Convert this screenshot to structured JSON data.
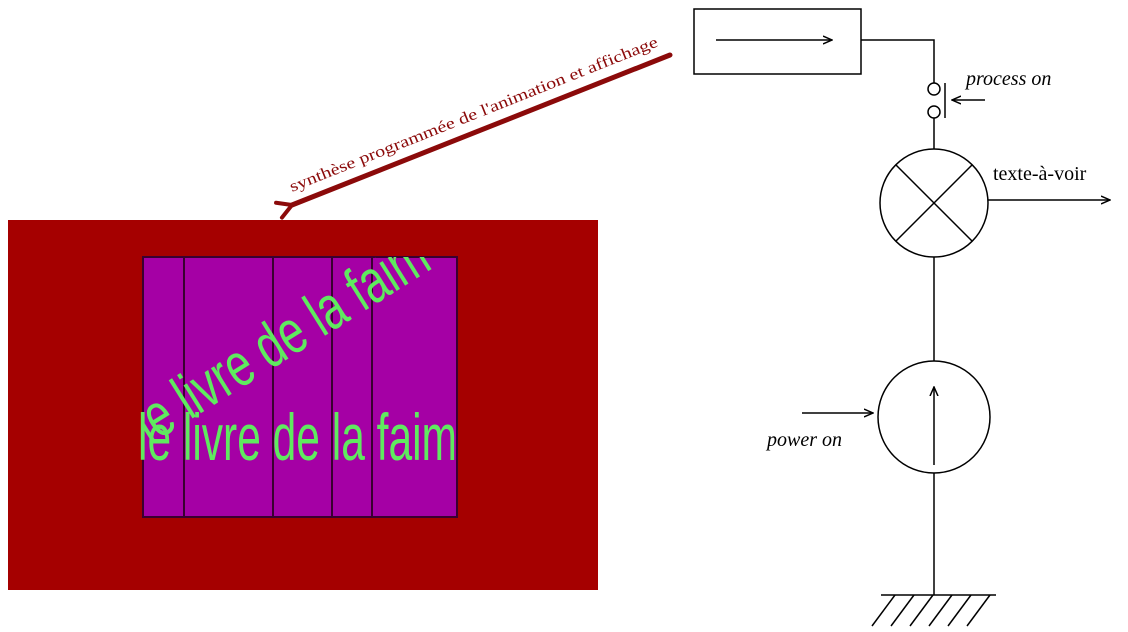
{
  "colors": {
    "panel_bg": "#A50000",
    "book_fill": "#A500A5",
    "text_green": "#5FEA5F",
    "arrow_brown": "#8B0A0A",
    "line": "#000000"
  },
  "animation": {
    "caption": "synthèse programmée de l'animation et affichage",
    "straight_text": "le livre de la faim",
    "rotated_text": "le livre de la faim"
  },
  "circuit": {
    "process_label": "process on",
    "output_label": "texte-à-voir",
    "power_label": "power on"
  },
  "icons": {
    "box_arrow": "right-arrow-icon",
    "lamp": "cross-circle-icon",
    "source": "current-source-icon",
    "ground": "ground-icon",
    "switch": "switch-icon"
  }
}
